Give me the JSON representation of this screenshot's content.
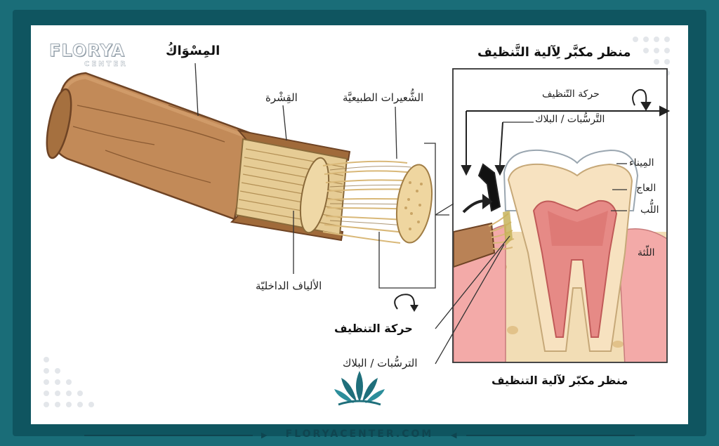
{
  "brand": {
    "logo_word": "FLORYA",
    "logo_sub": "CENTER",
    "footer_url": "FLORYACENTER.COM"
  },
  "labels": {
    "miswak_title": "المِسْوَاكُ",
    "bark": "القِشْرة",
    "natural_bristles": "الشُّعيرات الطبيعيَّة",
    "inner_fibers": "الألياف الداخليّة",
    "cleaning_motion_left": "حركة التنظيف",
    "deposits_left": "الترسُّبات / البلاك",
    "zoom_title_top": "منظر مكبَّر لِآلية التَّنظيف",
    "zoom_title_bottom": "منظر مكبّر لآلية التنظيف",
    "cleaning_motion_right": "حركة التّنظيف",
    "deposits_right": "التَّرسُّبات / البلاك",
    "enamel": "المِيناء",
    "dentin": "العاج",
    "pulp": "اللُّب",
    "gum": "اللّثة"
  },
  "colors": {
    "frame": "#1a6d78",
    "frame_band": "#0f5560",
    "wood": "#c08a5a",
    "fibers": "#e8cf9a",
    "gum": "#f0a8a8",
    "enamel": "#ffffff",
    "dentin": "#f7e3c4",
    "pulp": "#e58383"
  }
}
